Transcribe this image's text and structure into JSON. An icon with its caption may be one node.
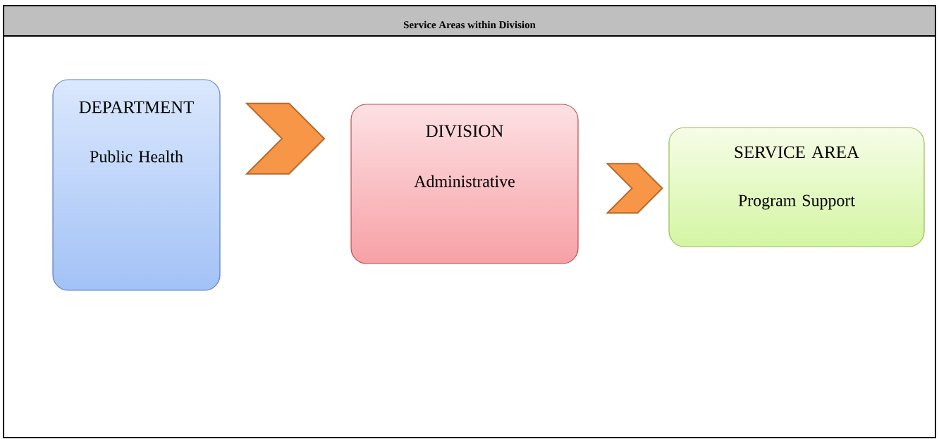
{
  "diagram": {
    "title": "Service Areas within Division",
    "nodes": [
      {
        "text": [
          "DEPARTMENT",
          "Public Health"
        ]
      },
      {
        "text": [
          "DIVISION",
          "Administrative"
        ]
      },
      {
        "text": [
          "SERVICE AREA",
          "Program Support"
        ]
      }
    ],
    "edges": [
      {
        "from": 0,
        "to": 1,
        "arrow": "to"
      },
      {
        "from": 1,
        "to": 2,
        "arrow": "to"
      }
    ]
  }
}
